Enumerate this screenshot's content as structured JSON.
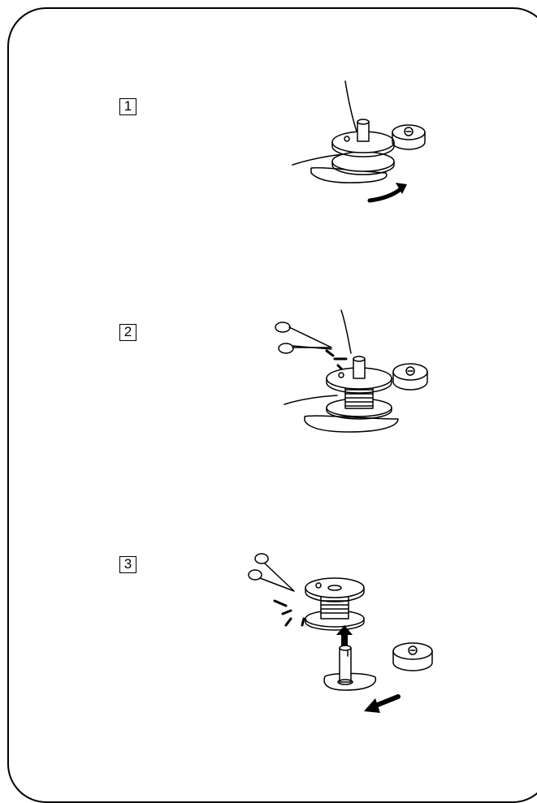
{
  "steps": [
    {
      "label": "1",
      "icon": "bobbin-winding-icon"
    },
    {
      "label": "2",
      "icon": "cut-thread-icon"
    },
    {
      "label": "3",
      "icon": "remove-bobbin-icon"
    }
  ],
  "colors": {
    "line": "#000000",
    "background": "#ffffff"
  }
}
